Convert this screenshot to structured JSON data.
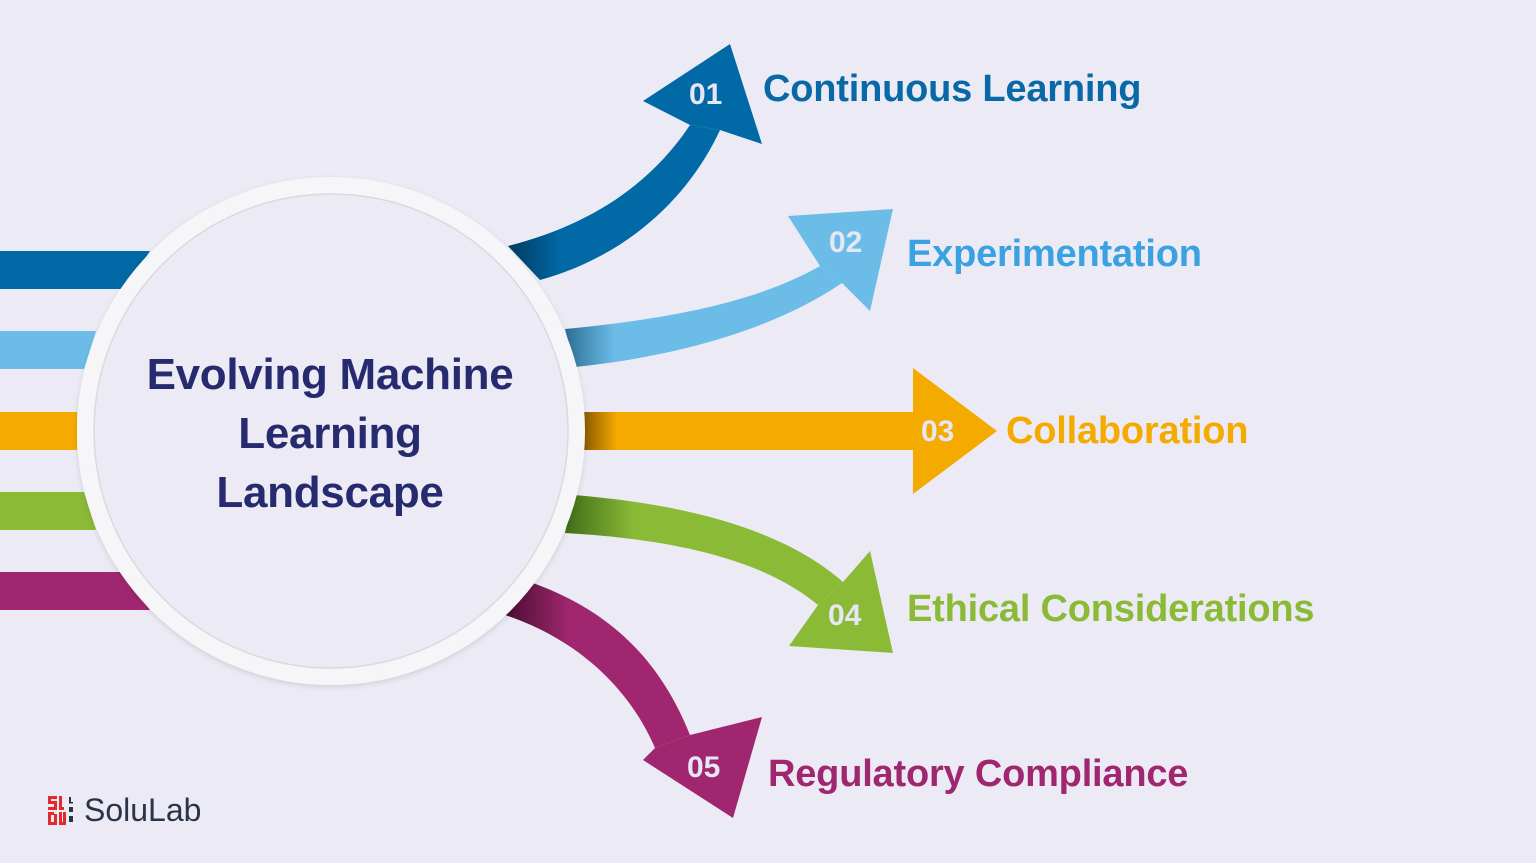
{
  "center": {
    "title_lines": [
      "Evolving Machine",
      "Learning",
      "Landscape"
    ]
  },
  "items": [
    {
      "number": "01",
      "label": "Continuous Learning",
      "color": "#0069a6",
      "shade": "#003a5e"
    },
    {
      "number": "02",
      "label": "Experimentation",
      "color": "#6bbde8",
      "shade": "#2d6e95"
    },
    {
      "number": "03",
      "label": "Collaboration",
      "color": "#f5aa00",
      "shade": "#8c5a00"
    },
    {
      "number": "04",
      "label": "Ethical Considerations",
      "color": "#8bba37",
      "shade": "#3f6d18"
    },
    {
      "number": "05",
      "label": "Regulatory Compliance",
      "color": "#a0276f",
      "shade": "#4a0d32"
    }
  ],
  "label_colors": [
    "#0969a6",
    "#3aa2e0",
    "#f5aa00",
    "#8bba37",
    "#a0276f"
  ],
  "brand": {
    "name": "SoluLab",
    "mark_letters": "LAB",
    "mark_color": "#e2292e"
  }
}
